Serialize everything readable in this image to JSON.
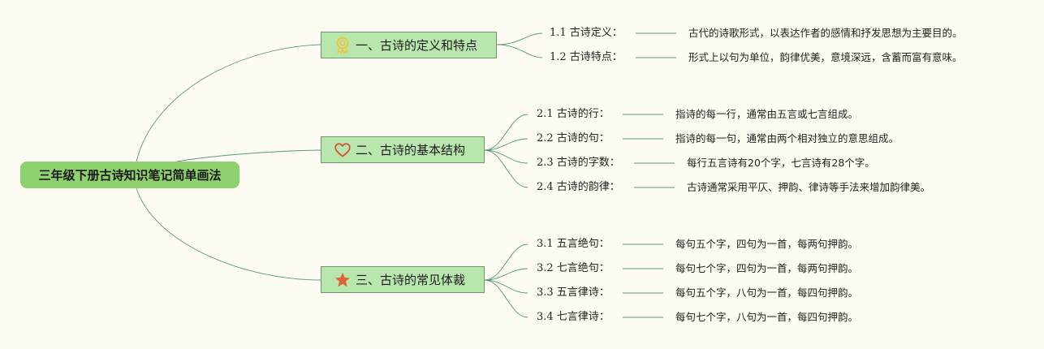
{
  "root": {
    "title": "三年级下册古诗知识笔记简单画法"
  },
  "branches": [
    {
      "title": "一、古诗的定义和特点",
      "icon": "ribbon-badge-icon",
      "items": [
        {
          "label": "1.1 古诗定义：",
          "text": "古代的诗歌形式，以表达作者的感情和抒发思想为主要目的。"
        },
        {
          "label": "1.2 古诗特点：",
          "text": "形式上以句为单位，韵律优美，意境深远，含蓄而富有意味。"
        }
      ]
    },
    {
      "title": "二、古诗的基本结构",
      "icon": "heart-icon",
      "items": [
        {
          "label": "2.1 古诗的行：",
          "text": "指诗的每一行，通常由五言或七言组成。"
        },
        {
          "label": "2.2 古诗的句：",
          "text": "指诗的每一句，通常由两个相对独立的意思组成。"
        },
        {
          "label": "2.3 古诗的字数：",
          "text": "每行五言诗有20个字，七言诗有28个字。"
        },
        {
          "label": "2.4 古诗的韵律：",
          "text": "古诗通常采用平仄、押韵、律诗等手法来增加韵律美。"
        }
      ]
    },
    {
      "title": "三、古诗的常见体裁",
      "icon": "star-icon",
      "items": [
        {
          "label": "3.1 五言绝句：",
          "text": "每句五个字，四句为一首，每两句押韵。"
        },
        {
          "label": "3.2 七言绝句：",
          "text": "每句七个字，四句为一首，每两句押韵。"
        },
        {
          "label": "3.3 五言律诗：",
          "text": "每句五个字，八句为一首，每四句押韵。"
        },
        {
          "label": "3.4 七言律诗：",
          "text": "每句七个字，八句为一首，每四句押韵。"
        }
      ]
    }
  ],
  "colors": {
    "background": "#fdfcf3",
    "root_fill": "#8fd16f",
    "branch_fill": "#b9e6ad",
    "branch_border": "#6a9a68",
    "connector": "#5a9a78",
    "ribbon_icon": "#e8c840",
    "heart_icon": "#d2553a",
    "star_icon": "#e0603a"
  }
}
